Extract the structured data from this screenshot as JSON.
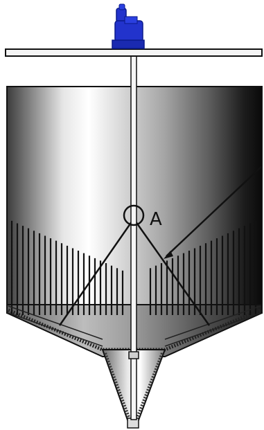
{
  "diagram": {
    "labels": {
      "detail_marker": "A"
    },
    "components": {
      "drive_motor": "blue-drive-motor",
      "bridge_beam": "support-beam",
      "shaft": "central-drive-shaft",
      "tank": "cylindrical-tank-body",
      "cone": "conical-bottom",
      "outlet": "bottom-outlet-cone",
      "tie_rods": "diagonal-tie-rods",
      "pickets": "vertical-picket-rakes"
    },
    "colors": {
      "motor": "#2233cc",
      "motor_dark": "#0a1a8a",
      "outline": "#111111",
      "beam_fill": "#f4f4f4"
    }
  }
}
